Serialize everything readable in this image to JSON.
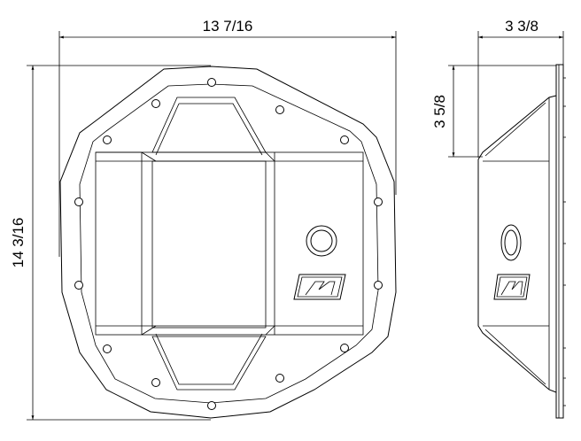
{
  "dimensions": {
    "front_width": "13 7/16",
    "front_height": "14 3/16",
    "side_depth": "3 3/8",
    "side_flange_offset": "3 5/8"
  }
}
